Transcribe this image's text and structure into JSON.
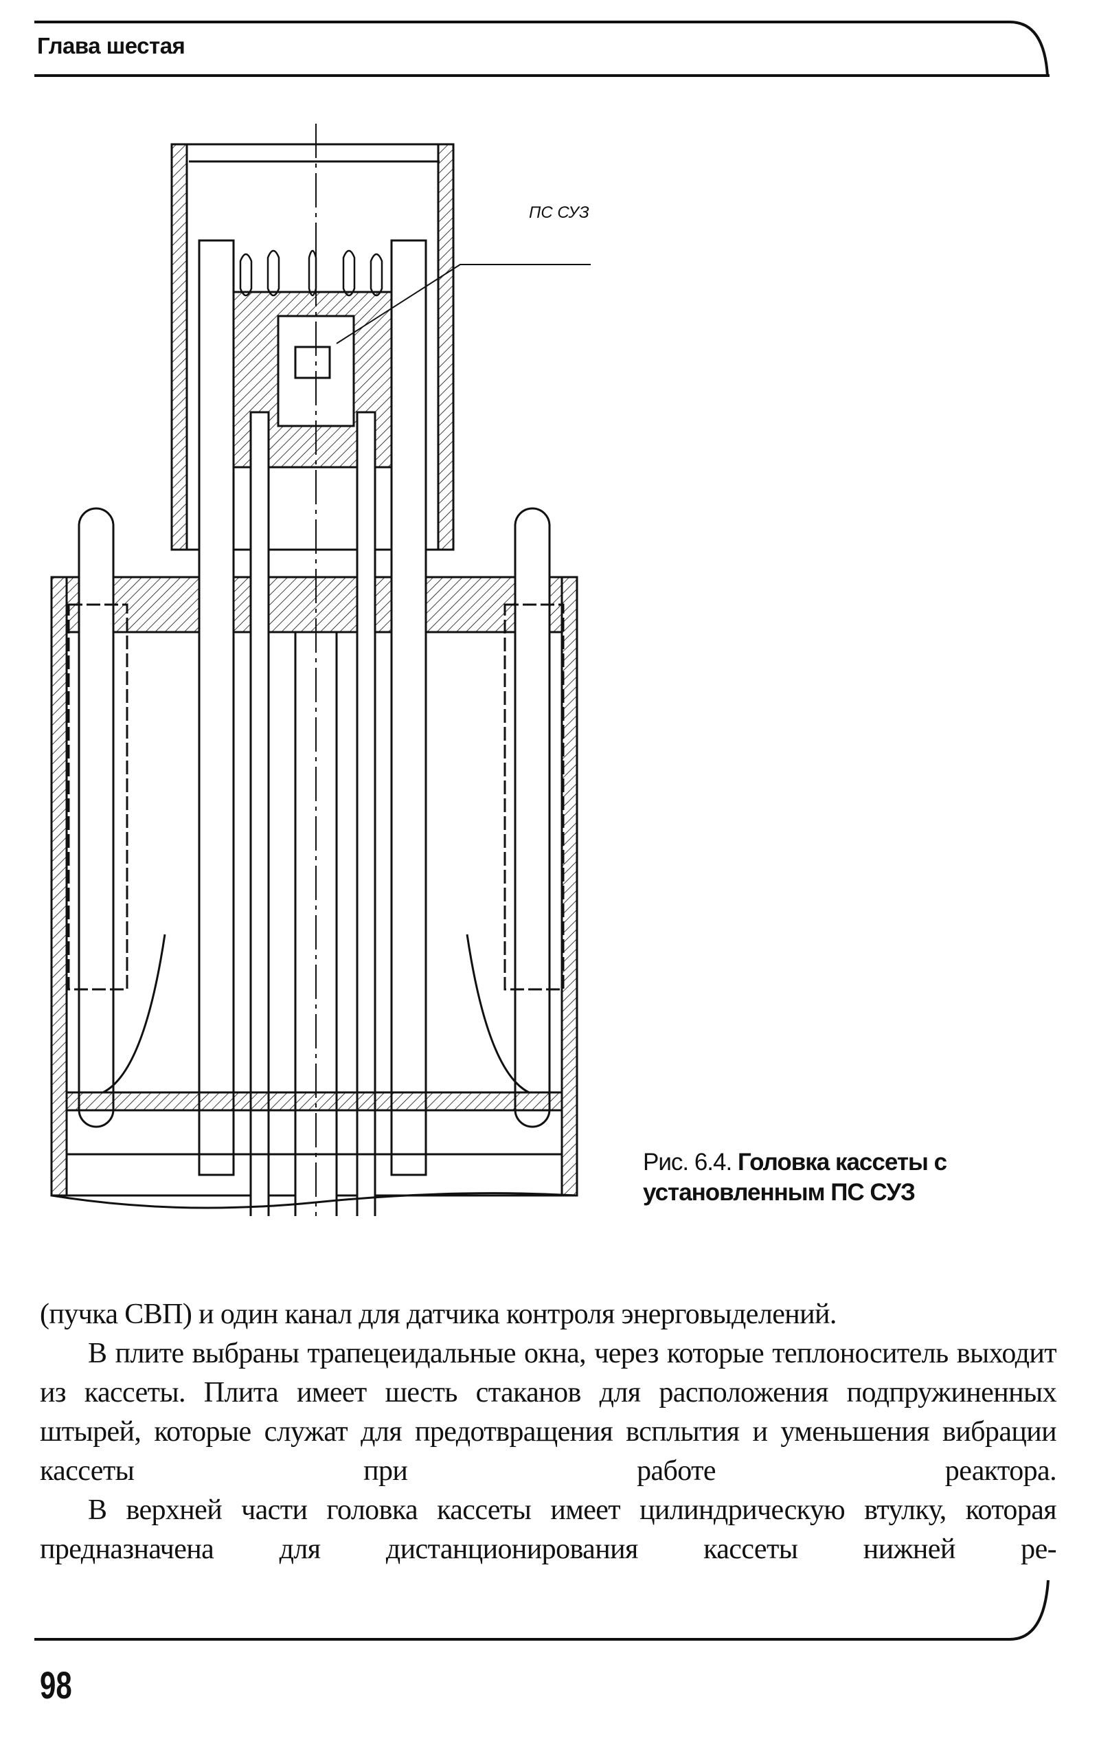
{
  "header": {
    "chapter_title": "Глава шестая"
  },
  "figure": {
    "label": "ПС СУЗ",
    "caption_number": "Рис. 6.4.",
    "caption_text": "Головка кассеты с установленным ПС СУЗ"
  },
  "body": {
    "paragraphs": [
      "(пучка СВП) и один канал для датчика контроля энерговыделений.",
      "В плите выбраны трапецеидальные окна, через которые теплоноситель выходит из кассеты. Плита имеет шесть стаканов для расположения подпружиненных штырей, которые служат для предотвращения всплытия и уменьшения вибрации кассеты при работе реактора.",
      "В верхней части головка кассеты имеет цилиндрическую втулку, которая предназначена для дистанционирования кассеты нижней ре-"
    ]
  },
  "footer": {
    "page_number": "98"
  }
}
